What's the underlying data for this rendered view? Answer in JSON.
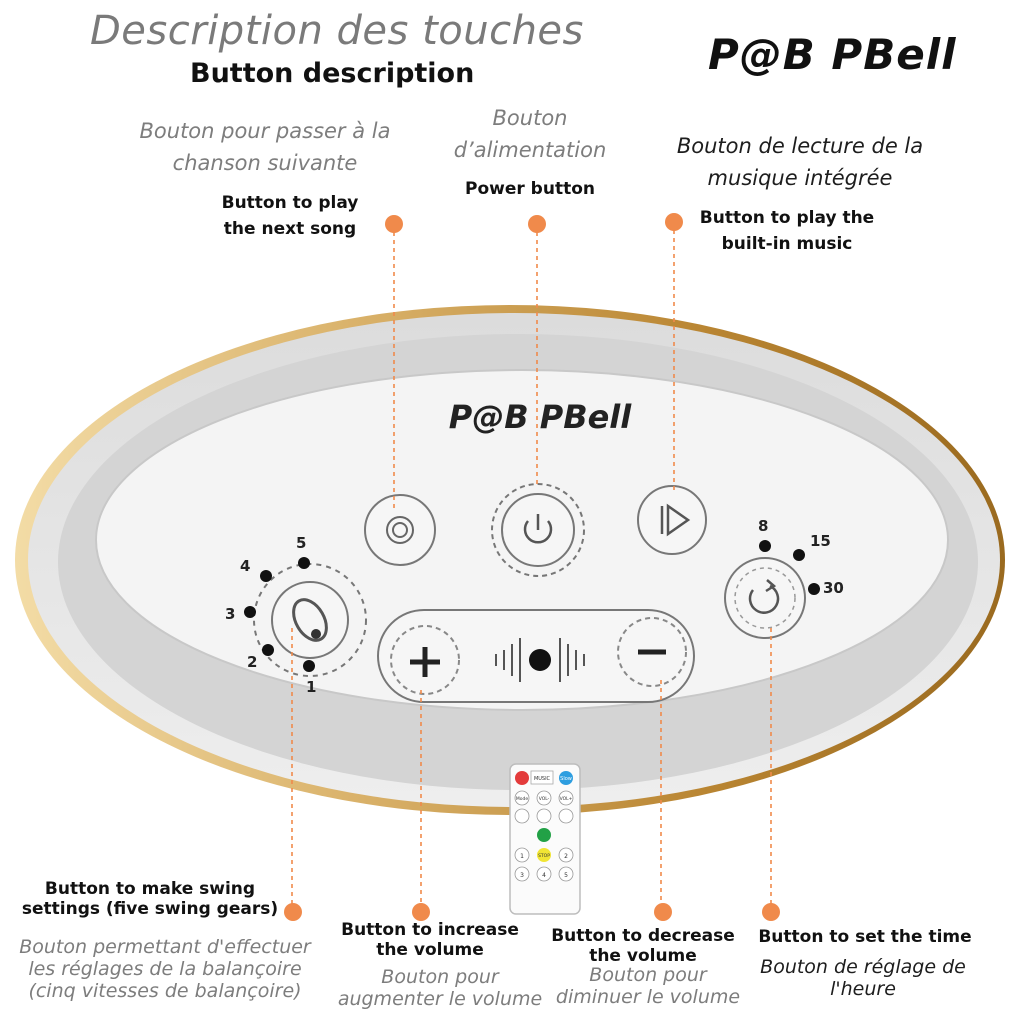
{
  "header": {
    "title_fr": "Description des touches",
    "title_en": "Button description",
    "brand": "P@B PBell"
  },
  "device": {
    "brand": "P@B PBell",
    "swing_levels": [
      "1",
      "2",
      "3",
      "4",
      "5"
    ],
    "timer_levels": [
      "8",
      "15",
      "30"
    ]
  },
  "labels": {
    "next_song": {
      "fr": "Bouton pour passer à la chanson suivante",
      "en": "Button to play the next song"
    },
    "power": {
      "fr": "Bouton d’alimentation",
      "en": "Power button"
    },
    "music": {
      "fr": "Bouton de lecture de la musique intégrée",
      "en": "Button to play the built-in music"
    },
    "swing": {
      "en": "Button to make swing settings (five swing gears)",
      "fr": "Bouton permettant d'effectuer les réglages de la balançoire (cinq vitesses de balançoire)"
    },
    "vol_up": {
      "en": "Button to increase the volume",
      "fr": "Bouton pour augmenter le volume"
    },
    "vol_down": {
      "en": "Button to decrease the volume",
      "fr": "Bouton pour diminuer le volume"
    },
    "timer": {
      "en": "Button to set the time",
      "fr": "Bouton de réglage de l'heure"
    }
  },
  "remote": {
    "row1": [
      "MUSIC",
      "Slow"
    ],
    "row2": [
      "Mode",
      "VOL-",
      "VOL+"
    ],
    "row4": "STOP",
    "numbers": [
      "1",
      "2",
      "3",
      "4",
      "5"
    ]
  },
  "colors": {
    "accent": "#f08a4b",
    "gold": "#b8862b",
    "panel": "#f3f3f3"
  }
}
